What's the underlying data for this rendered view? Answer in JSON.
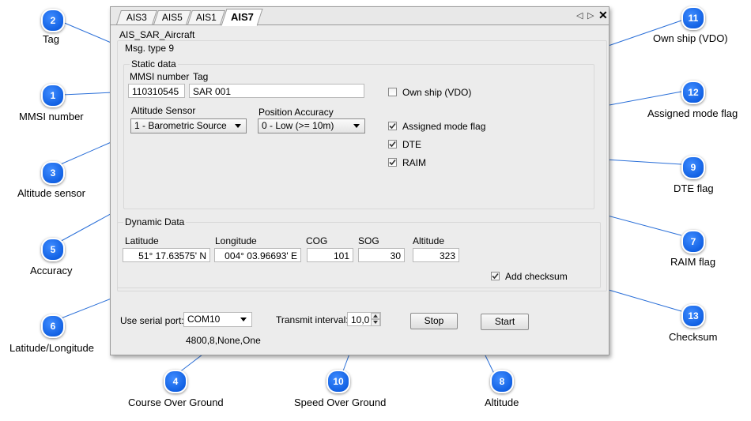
{
  "tabs": [
    {
      "label": "AIS3"
    },
    {
      "label": "AIS5"
    },
    {
      "label": "AIS1"
    },
    {
      "label": "AIS7",
      "active": true
    }
  ],
  "window": {
    "title": "AIS_SAR_Aircraft",
    "msg_type": "Msg. type 9"
  },
  "static": {
    "group_label": "Static data",
    "mmsi_label": "MMSI number",
    "mmsi_value": "110310545",
    "tag_label": "Tag",
    "tag_value": "SAR 001",
    "altitude_sensor_label": "Altitude Sensor",
    "altitude_sensor_value": "1 - Barometric Source",
    "position_accuracy_label": "Position Accuracy",
    "position_accuracy_value": "0 - Low (>= 10m)",
    "own_ship_label": "Own ship (VDO)",
    "own_ship_checked": false,
    "assigned_mode_label": "Assigned mode flag",
    "assigned_mode_checked": true,
    "dte_label": "DTE",
    "dte_checked": true,
    "raim_label": "RAIM",
    "raim_checked": true
  },
  "dynamic": {
    "group_label": "Dynamic Data",
    "latitude_label": "Latitude",
    "latitude_value": "51° 17.63575' N",
    "longitude_label": "Longitude",
    "longitude_value": "004° 03.96693' E",
    "cog_label": "COG",
    "cog_value": "101",
    "sog_label": "SOG",
    "sog_value": "30",
    "altitude_label": "Altitude",
    "altitude_value": "323",
    "checksum_label": "Add checksum",
    "checksum_checked": true
  },
  "bottom": {
    "serial_port_label": "Use serial port:",
    "serial_port_value": "COM10",
    "port_settings": "4800,8,None,One",
    "transmit_label": "Transmit interval:",
    "transmit_value": "10,0",
    "stop_label": "Stop",
    "start_label": "Start"
  },
  "callouts": [
    {
      "num": "1",
      "label": "MMSI number"
    },
    {
      "num": "2",
      "label": "Tag"
    },
    {
      "num": "3",
      "label": "Altitude sensor"
    },
    {
      "num": "4",
      "label": "Course Over Ground"
    },
    {
      "num": "5",
      "label": "Accuracy"
    },
    {
      "num": "6",
      "label": "Latitude/Longitude"
    },
    {
      "num": "7",
      "label": "RAIM flag"
    },
    {
      "num": "8",
      "label": "Altitude"
    },
    {
      "num": "9",
      "label": "DTE flag"
    },
    {
      "num": "10",
      "label": "Speed Over Ground"
    },
    {
      "num": "11",
      "label": "Own ship (VDO)"
    },
    {
      "num": "12",
      "label": "Assigned mode flag"
    },
    {
      "num": "13",
      "label": "Checksum"
    }
  ],
  "colors": {
    "callout_fill": "#1a6ff0",
    "callout_line": "#2a6fd8",
    "window_bg": "#ececec"
  },
  "icons": [
    "tab-prev-icon",
    "tab-next-icon",
    "close-icon",
    "dropdown-arrow-icon",
    "checkmark-icon",
    "spin-up-icon",
    "spin-down-icon"
  ]
}
